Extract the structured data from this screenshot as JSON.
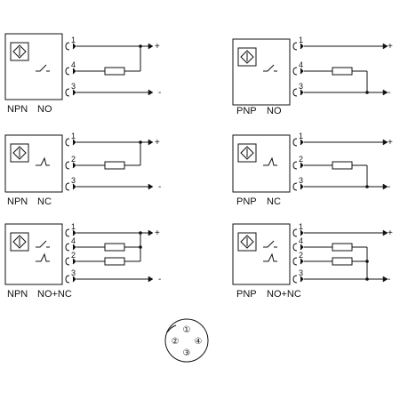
{
  "panels": [
    {
      "id": "npn-no",
      "type_label": "NPN",
      "mode_label": "NO",
      "contacts": [
        "no"
      ],
      "pins": [
        "1",
        "4",
        "3"
      ],
      "signs": [
        "+",
        "-"
      ]
    },
    {
      "id": "pnp-no",
      "type_label": "PNP",
      "mode_label": "NO",
      "contacts": [
        "no"
      ],
      "pins": [
        "1",
        "4",
        "3"
      ],
      "signs": [
        "+",
        "-"
      ]
    },
    {
      "id": "npn-nc",
      "type_label": "NPN",
      "mode_label": "NC",
      "contacts": [
        "nc"
      ],
      "pins": [
        "1",
        "2",
        "3"
      ],
      "signs": [
        "+",
        "-"
      ]
    },
    {
      "id": "pnp-nc",
      "type_label": "PNP",
      "mode_label": "NC",
      "contacts": [
        "nc"
      ],
      "pins": [
        "1",
        "2",
        "3"
      ],
      "signs": [
        "+",
        "-"
      ]
    },
    {
      "id": "npn-no-nc",
      "type_label": "NPN",
      "mode_label": "NO+NC",
      "contacts": [
        "no",
        "nc"
      ],
      "pins": [
        "1",
        "4",
        "2",
        "3"
      ],
      "signs": [
        "+",
        "-"
      ]
    },
    {
      "id": "pnp-no-nc",
      "type_label": "PNP",
      "mode_label": "NO+NC",
      "contacts": [
        "no",
        "nc"
      ],
      "pins": [
        "1",
        "4",
        "2",
        "3"
      ],
      "signs": [
        "+",
        "-"
      ]
    }
  ],
  "connector": {
    "pins": [
      "①",
      "②",
      "③",
      "④"
    ]
  },
  "colors": {
    "line": "#111111",
    "background": "#ffffff"
  }
}
